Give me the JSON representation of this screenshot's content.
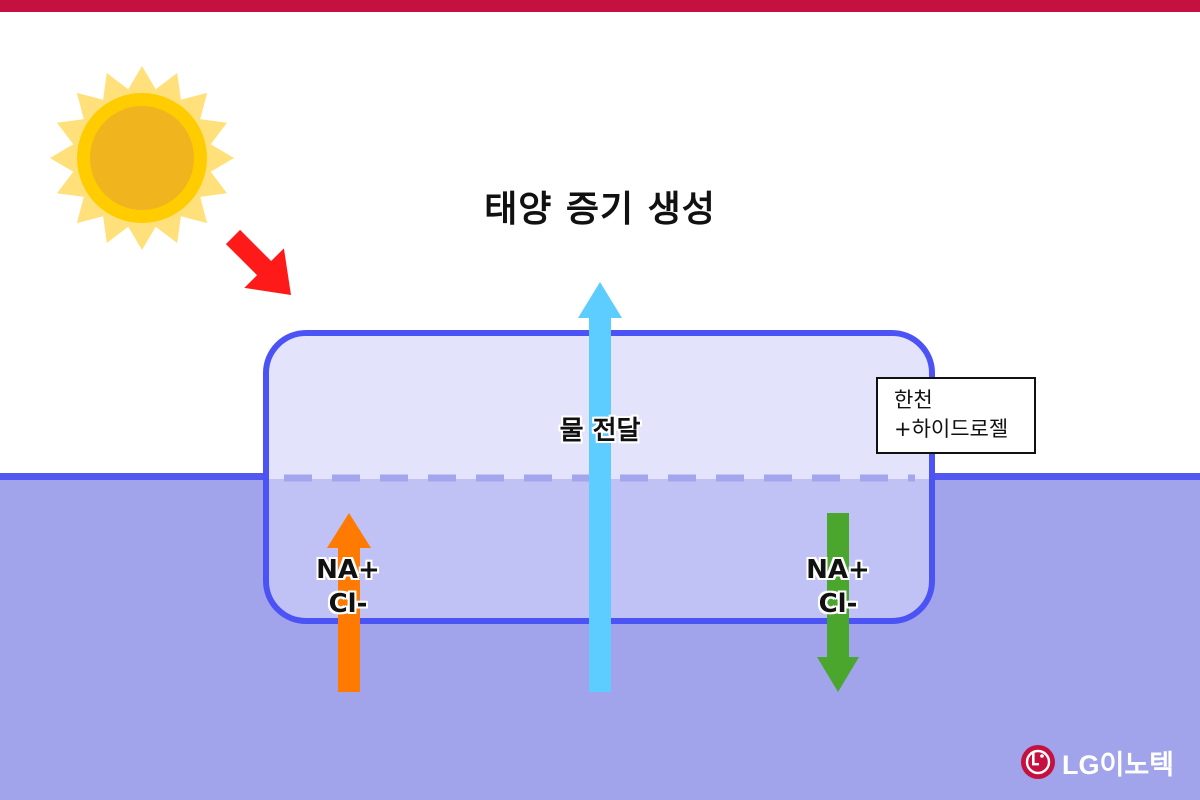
{
  "title": "태양 증기 생성",
  "labels": {
    "water_transfer": "물 전달",
    "ion_left": [
      "NA+",
      "Cl-"
    ],
    "ion_right": [
      "NA+",
      "Cl-"
    ],
    "hydrogel": [
      "한천",
      "+하이드로젤"
    ]
  },
  "logo": {
    "text": "LG이노텍"
  },
  "colors": {
    "top_bar": "#c4113f",
    "sun_outer": "#ffe07a",
    "sun_mid": "#ffcc00",
    "sun_core": "#f0b41e",
    "sunlight_arrow": "#ff1a1a",
    "water": "#a2a4eb",
    "water_line": "#5257f0",
    "gel_border": "#4c53f5",
    "gel_above": "#e3e4fb",
    "gel_below": "#c0c2f6",
    "water_arrow": "#5dccff",
    "ion_up_arrow": "#ff7a00",
    "ion_down_arrow": "#4aa62c",
    "logo_red": "#c4113f"
  },
  "icons": [
    "sun-icon",
    "sunlight-arrow-icon",
    "lg-logo-icon"
  ]
}
